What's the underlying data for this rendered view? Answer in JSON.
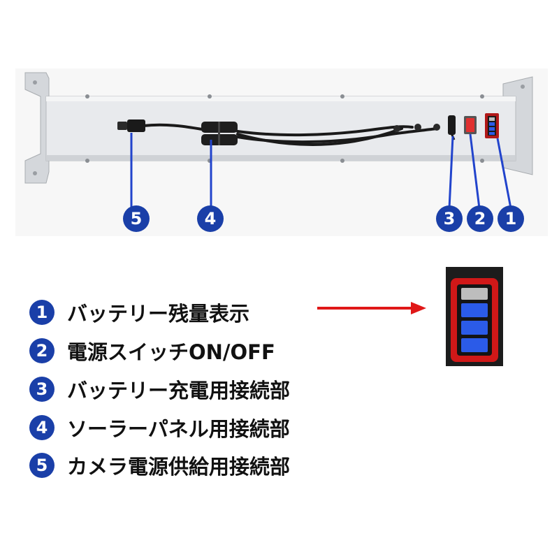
{
  "callouts": [
    {
      "number": "1",
      "text": "バッテリー残量表示"
    },
    {
      "number": "2",
      "text": "電源スイッチON/OFF"
    },
    {
      "number": "3",
      "text": "バッテリー充電用接続部"
    },
    {
      "number": "4",
      "text": "ソーラーパネル用接続部"
    },
    {
      "number": "5",
      "text": "カメラ電源供給用接続部"
    }
  ],
  "photo_markers": [
    "5",
    "4",
    "3",
    "2",
    "1"
  ],
  "colors": {
    "marker_blue": "#1a3fa8",
    "leader_line": "#2244cc",
    "arrow_red": "#e01818",
    "battery_frame": "#d01818",
    "battery_cell": "#2b5be8",
    "panel_body": "#e6e8eb"
  },
  "battery_indicator": {
    "lit_bars": 3,
    "total_bars": 4
  }
}
